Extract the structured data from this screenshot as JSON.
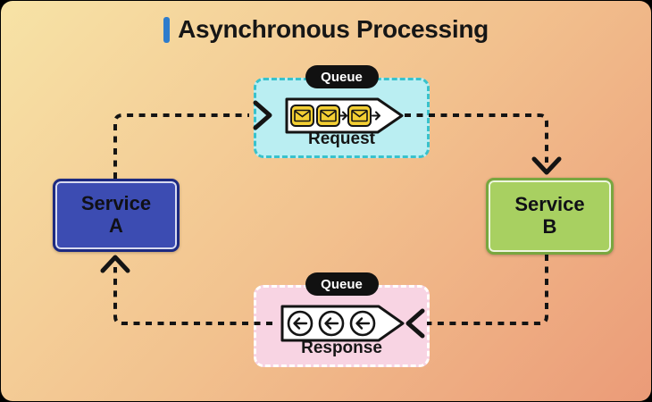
{
  "title": {
    "text": "Asynchronous Processing"
  },
  "nodes": {
    "service_a": {
      "line1": "Service",
      "line2": "A",
      "fill": "#3c4cb2",
      "border": "#1d2a80"
    },
    "service_b": {
      "line1": "Service",
      "line2": "B",
      "fill": "#a8d061",
      "border": "#79a73f"
    }
  },
  "queues": {
    "request": {
      "badge": "Queue",
      "label": "Request",
      "fill": "#baeef2",
      "border": "#38c2cc",
      "items_icon": "envelope-icon",
      "item_count": 3,
      "direction": "right"
    },
    "response": {
      "badge": "Queue",
      "label": "Response",
      "fill": "#f8d4e3",
      "border": "#ffffff",
      "items_icon": "arrow-left-circle-icon",
      "item_count": 3,
      "direction": "left"
    }
  },
  "flows": [
    {
      "from": "service-a",
      "to": "request-queue"
    },
    {
      "from": "request-queue",
      "to": "service-b"
    },
    {
      "from": "service-b",
      "to": "response-queue"
    },
    {
      "from": "response-queue",
      "to": "service-a"
    }
  ],
  "colors": {
    "accent_bar": "#2e7ccc",
    "connector": "#141414",
    "badge_bg": "#111111",
    "badge_text": "#ffffff",
    "envelope": "#f3cf33",
    "background_gradient_start": "#f7e3a6",
    "background_gradient_mid": "#f2c18e",
    "background_gradient_end": "#eb9b78",
    "outer_frame": "#000000"
  }
}
